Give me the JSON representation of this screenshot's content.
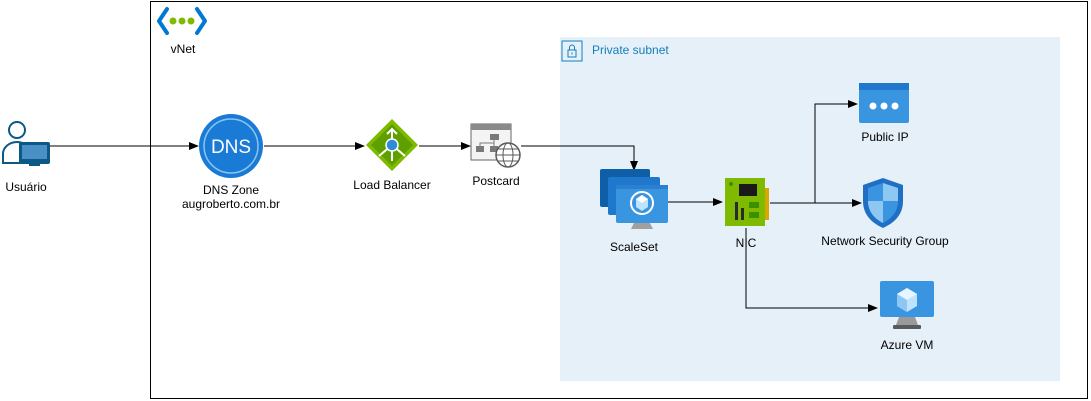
{
  "diagram": {
    "vnet": {
      "label": "vNet"
    },
    "subnet": {
      "label": "Private subnet"
    },
    "nodes": {
      "user": {
        "label": "Usuário"
      },
      "dns": {
        "label_line1": "DNS Zone",
        "label_line2": "augroberto.com.br",
        "icon_text": "DNS"
      },
      "load_balancer": {
        "label": "Load Balancer"
      },
      "postcard": {
        "label": "Postcard"
      },
      "scaleset": {
        "label": "ScaleSet"
      },
      "nic": {
        "label": "NIC"
      },
      "public_ip": {
        "label": "Public IP"
      },
      "nsg": {
        "label": "Network Security Group"
      },
      "azure_vm": {
        "label": "Azure VM"
      }
    },
    "edges": [
      {
        "from": "user",
        "to": "dns"
      },
      {
        "from": "dns",
        "to": "load_balancer"
      },
      {
        "from": "load_balancer",
        "to": "postcard"
      },
      {
        "from": "postcard",
        "to": "scaleset"
      },
      {
        "from": "scaleset",
        "to": "nic"
      },
      {
        "from": "nic",
        "to": "public_ip"
      },
      {
        "from": "nic",
        "to": "nsg"
      },
      {
        "from": "nic",
        "to": "azure_vm"
      }
    ],
    "colors": {
      "frame": "#000000",
      "subnet_fill": "#e6f0f8",
      "subnet_text": "#147eba",
      "azure_blue": "#0078d4",
      "azure_green": "#7fba00",
      "connector": "#000000"
    }
  }
}
